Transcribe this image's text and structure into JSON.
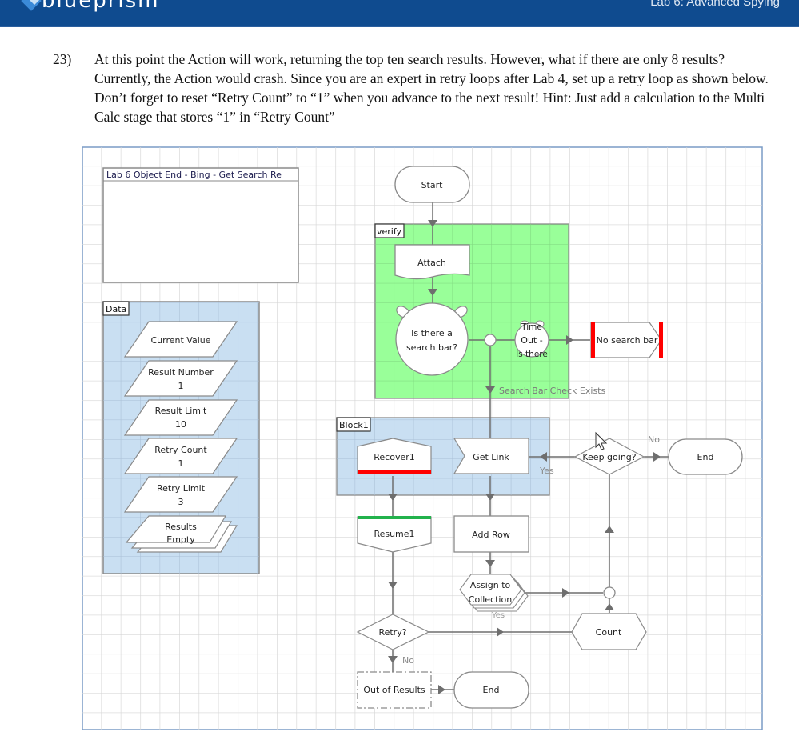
{
  "header": {
    "brand": "blueprism",
    "section_title": "Lab 6: Advanced Spying",
    "brand_color": "#0f4b8f"
  },
  "step": {
    "number": "23)",
    "text": "At this point the Action will work, returning the top ten search results. However, what if there are only 8 results? Currently, the Action would crash. Since you are an expert in retry loops after Lab 4, set up a retry loop as shown below. Don’t forget to reset “Retry Count” to “1” when you advance to the next result! Hint: Just add a calculation to the Multi Calc stage that stores “1” in “Retry Count”"
  },
  "diagram": {
    "info_box_title": "Lab 6 Object End - Bing - Get Search Re",
    "data_block": {
      "label": "Data",
      "items": [
        {
          "name": "Current Value",
          "value": ""
        },
        {
          "name": "Result Number",
          "value": "1"
        },
        {
          "name": "Result Limit",
          "value": "10"
        },
        {
          "name": "Retry Count",
          "value": "1"
        },
        {
          "name": "Retry Limit",
          "value": "3"
        },
        {
          "name": "Results",
          "value": "Empty"
        }
      ]
    },
    "verify_block": {
      "label": "verify",
      "color": "#99ff99"
    },
    "block1": {
      "label": "Block1",
      "color": "#c9dff2"
    },
    "stages": {
      "start": "Start",
      "attach": "Attach",
      "wait": "Is there a search bar?",
      "wait_line1": "Is there a",
      "wait_line2": "search bar?",
      "timeout_line1": "Time",
      "timeout_line2": "Out -",
      "timeout_line3": "Is there",
      "exception": "No search bar",
      "search_bar_label": "Search Bar Check Exists",
      "recover": "Recover1",
      "get_link": "Get Link",
      "keep_going": "Keep going?",
      "end_top": "End",
      "resume": "Resume1",
      "add_row": "Add Row",
      "assign_line1": "Assign to",
      "assign_line2": "Collection",
      "retry": "Retry?",
      "count": "Count",
      "out_of_results": "Out of Results",
      "end_bottom": "End"
    },
    "link_labels": {
      "yes_getlink": "Yes",
      "no_keepgoing": "No",
      "yes_collection": "Yes",
      "no_retry": "No"
    },
    "colors": {
      "exception_red": "#ff0000",
      "resume_green": "#22b24c"
    }
  }
}
